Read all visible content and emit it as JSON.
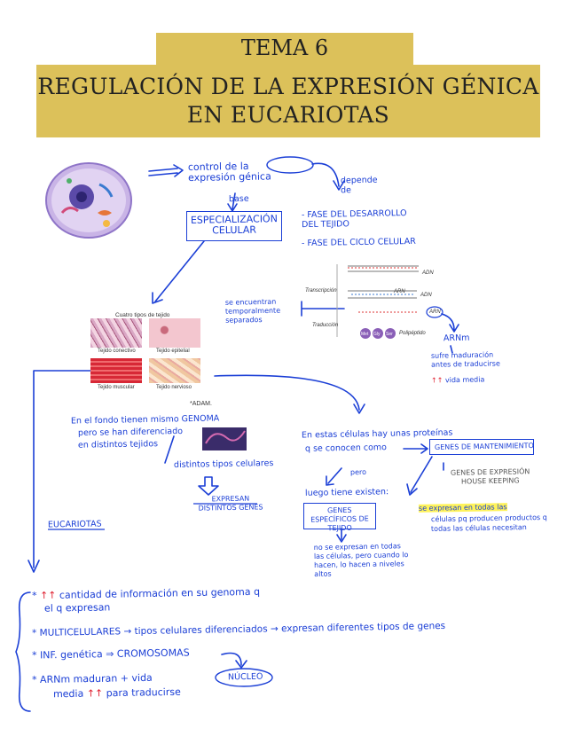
{
  "title": {
    "tema": "TEMA 6",
    "line1": "REGULACIÓN DE LA EXPRESIÓN GÉNICA",
    "line2": "EN EUCARIOTAS"
  },
  "notes": {
    "control": "control de la expresión génica",
    "depende": "depende de",
    "base": "base",
    "especializacion": "ESPECIALIZACIÓN CELULAR",
    "fase1": "- FASE DEL DESARROLLO DEL TEJIDO",
    "fase2": "- FASE DEL CICLO CELULAR",
    "encuentran": "se encuentran temporalmente separados",
    "arnm": "ARNm",
    "sufre": "sufre maduración antes de traducirse",
    "vida": "vida media",
    "fondo1": "En el fondo tienen mismo GENOMA",
    "fondo2": "pero se han diferenciado",
    "fondo3": "en distintos tejidos",
    "distintos_tipos": "distintos tipos celulares",
    "expresan": "EXPRESAN DISTINTOS GENES",
    "estas_celulas1": "En estas células hay unas proteínas",
    "estas_celulas2": "q se conocen como",
    "genes_mant": "GENES DE MANTENIMIENTO",
    "housekeeping1": "GENES DE EXPRESIÓN",
    "housekeeping2": "HOUSE KEEPING",
    "pero": "pero",
    "luego": "luego tiene existen:",
    "genes_esp": "GENES ESPECÍFICOS DE TEJIDO",
    "no_expresan": "no se expresan en todas las células, pero cuando lo hacen, lo hacen a niveles altos",
    "se_expresan1": "se expresan en todas las",
    "se_expresan2": "células pq producen productos q",
    "se_expresan3": "todas las células necesitan",
    "eucariotas": "EUCARIOTAS",
    "b1a": "cantidad de información en su genoma q",
    "b1b": "el q expresan",
    "b2": "MULTICELULARES → tipos celulares diferenciados → expresan diferentes tipos de genes",
    "b3": "INF. genética ⇒ CROMOSOMAS",
    "nucleo": "NÚCLEO",
    "b4a": "ARNm maduran + vida",
    "b4b": "media",
    "b4c": "para traducirse",
    "star": "*",
    "plusplus": "↑↑"
  },
  "figure_tissues": {
    "heading": "Cuatro tipos de tejido",
    "conectivo": "Tejido conectivo",
    "epitelial": "Tejido epitelial",
    "muscular": "Tejido muscular",
    "nervioso": "Tejido nervioso",
    "adam": "*ADAM."
  },
  "figure_dna": {
    "transcripcion": "Transcripción",
    "traduccion": "Traducción",
    "adn1": "ADN",
    "adn2": "ADN",
    "arn1": "ARN",
    "arn2": "ARN",
    "polipeptido": "Polipéptido",
    "aa1": "Met",
    "aa2": "Gly",
    "aa3": "Ser"
  },
  "colors": {
    "ink": "#1b3fd6",
    "title_band": "#dcc15a",
    "highlight": "#fff35a",
    "red_mark": "#e02030"
  }
}
